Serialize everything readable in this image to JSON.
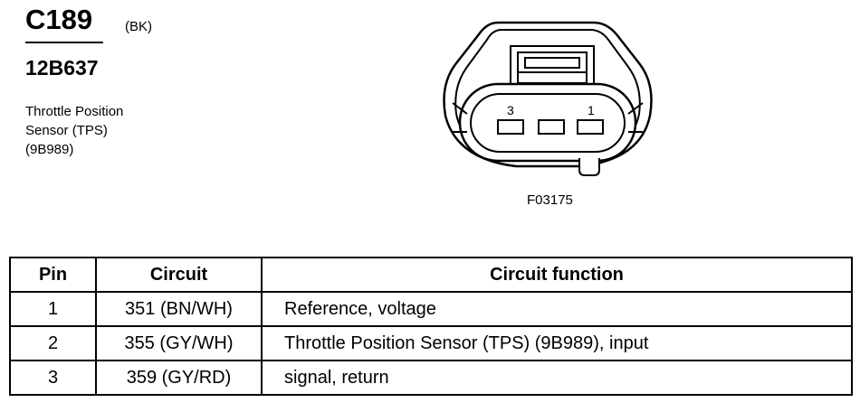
{
  "connector": {
    "id": "C189",
    "color": "(BK)",
    "part_number": "12B637",
    "description_lines": [
      "Throttle Position",
      "Sensor (TPS)",
      "(9B989)"
    ]
  },
  "diagram": {
    "pin_label_left": "3",
    "pin_label_right": "1",
    "figure_code": "F03175"
  },
  "table": {
    "headers": [
      "Pin",
      "Circuit",
      "Circuit function"
    ],
    "rows": [
      {
        "pin": "1",
        "circuit": "351 (BN/WH)",
        "function": "Reference, voltage"
      },
      {
        "pin": "2",
        "circuit": "355 (GY/WH)",
        "function": "Throttle Position Sensor (TPS) (9B989), input"
      },
      {
        "pin": "3",
        "circuit": "359 (GY/RD)",
        "function": "signal, return"
      }
    ]
  }
}
